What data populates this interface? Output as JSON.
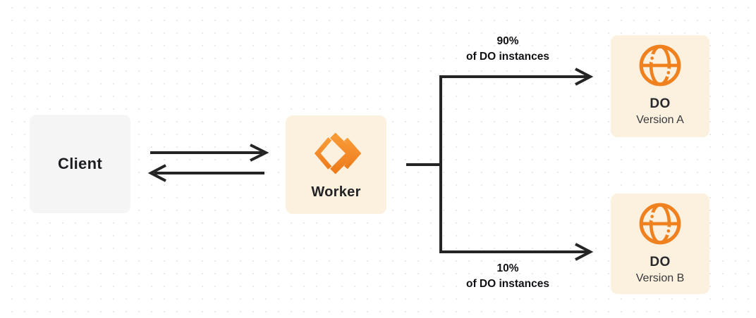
{
  "colors": {
    "accent_orange": "#f6821f",
    "connector_line": "#242424",
    "node_cream_bg": "#fcf0de",
    "node_gray_bg": "#f5f5f6",
    "grid_dot": "#e3e3e7"
  },
  "nodes": {
    "client": {
      "label": "Client"
    },
    "worker": {
      "label": "Worker",
      "icon": "workers-logo-icon"
    },
    "do_version_a": {
      "title": "DO",
      "subtitle": "Version A",
      "icon": "globe-icon"
    },
    "do_version_b": {
      "title": "DO",
      "subtitle": "Version B",
      "icon": "globe-icon"
    }
  },
  "edge_labels": {
    "to_a": {
      "line1": "90%",
      "line2": "of DO instances"
    },
    "to_b": {
      "line1": "10%",
      "line2": "of DO instances"
    }
  }
}
